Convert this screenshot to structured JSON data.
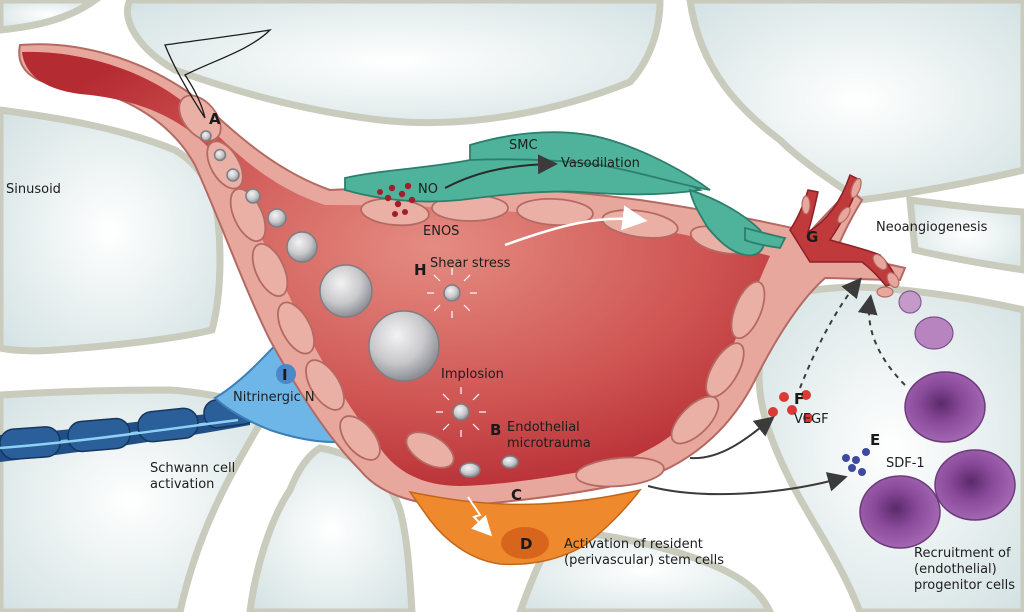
{
  "labels": {
    "sinusoid": "Sinusoid",
    "smc": "SMC",
    "no": "NO",
    "vasodilation": "Vasodilation",
    "enos": "ENOS",
    "shear_stress": "Shear stress",
    "implosion": "Implosion",
    "endothelial_line1": "Endothelial",
    "endothelial_line2": "microtrauma",
    "neoangiogenesis": "Neoangiogenesis",
    "vegf": "VEGF",
    "sdf1": "SDF-1",
    "nitrinergic": "Nitrinergic N",
    "schwann_line1": "Schwann cell",
    "schwann_line2": "activation",
    "stem_line1": "Activation of resident",
    "stem_line2": "(perivascular) stem cells",
    "recruit_line1": "Recruitment of",
    "recruit_line2": "(endothelial)",
    "recruit_line3": "progenitor cells"
  },
  "markers": {
    "a": "A",
    "b": "B",
    "c": "C",
    "d": "D",
    "e": "E",
    "f": "F",
    "g": "G",
    "h": "H",
    "i": "I"
  },
  "colors": {
    "vessel": "#c0393b",
    "vessel_light": "#d9817a",
    "endothelium": "#e9a9a0",
    "smc": "#4fb39c",
    "nerve": "#1f4f86",
    "nerve_light": "#5aa6dd",
    "stem": "#ee8a2d",
    "progenitor": "#8a4a9a",
    "background_tissue": "#dfe9ea"
  }
}
